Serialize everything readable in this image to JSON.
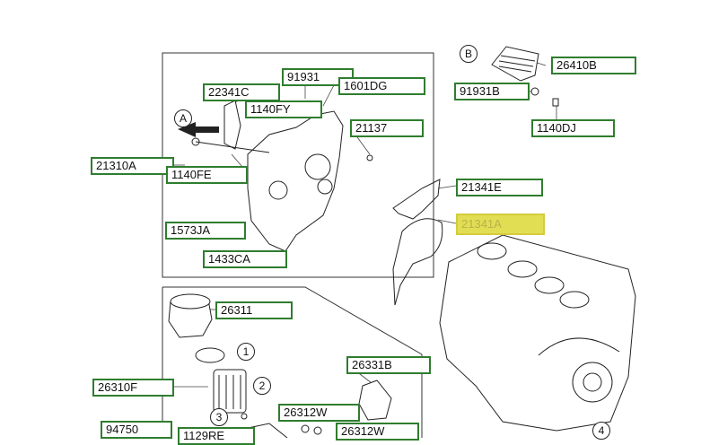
{
  "parts": {
    "p26410B": "26410B",
    "p91931B": "91931B",
    "p1140DJ": "1140DJ",
    "p91931": "91931",
    "p1601DG": "1601DG",
    "p22341C": "22341C",
    "p1140FY": "1140FY",
    "p21137": "21137",
    "p21310A": "21310A",
    "p1140FE": "1140FE",
    "p21341E": "21341E",
    "p21341A": "21341A",
    "p1573JA": "1573JA",
    "p1433CA": "1433CA",
    "p26311": "26311",
    "p26331B": "26331B",
    "p26310F": "26310F",
    "p26312W_1": "26312W",
    "p26312W_2": "26312W",
    "p94750": "94750",
    "p1129RE": "1129RE"
  },
  "callouts": {
    "A": "A",
    "B": "B",
    "c1": "1",
    "c2": "2",
    "c3": "3",
    "c4": "4"
  },
  "colors": {
    "label_border": "#2f7d2f",
    "highlight_fill": "#e2de54",
    "line": "#333333"
  }
}
